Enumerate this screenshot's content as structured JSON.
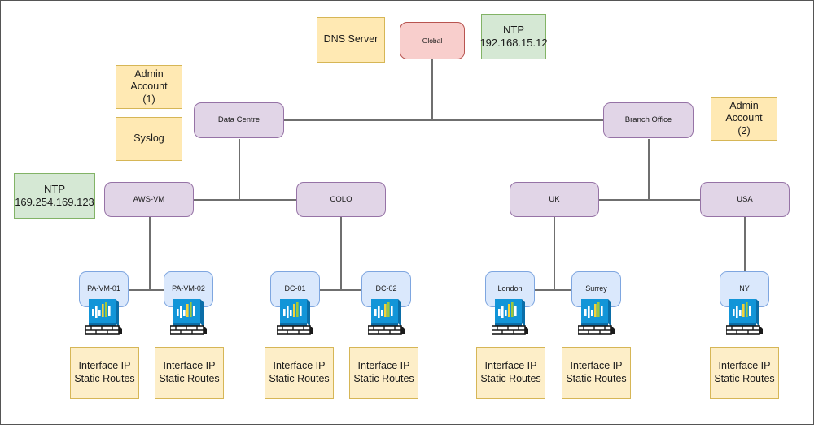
{
  "diagram": {
    "type": "network-topology-tree",
    "title": "",
    "colors": {
      "purple_fill": "#e1d5e7",
      "purple_stroke": "#9673a6",
      "blue_fill": "#dae8fc",
      "blue_stroke": "#7ea6e0",
      "yellow_fill": "#ffe9b3",
      "yellow_stroke": "#d6b656",
      "green_fill": "#d5e8d4",
      "green_stroke": "#82b366",
      "pink_fill": "#f8cecc",
      "pink_stroke": "#b85450",
      "edge": "#6f6f6f",
      "frame": "#555555"
    }
  },
  "nodes": {
    "dns_server": {
      "label": "DNS Server"
    },
    "global": {
      "label": "Global"
    },
    "ntp_top": {
      "line1": "NTP",
      "line2": "192.168.15.12"
    },
    "admin_account_1": {
      "line1": "Admin Account",
      "line2": "(1)"
    },
    "syslog": {
      "label": "Syslog"
    },
    "data_centre": {
      "label": "Data Centre"
    },
    "branch_office": {
      "label": "Branch Office"
    },
    "admin_account_2": {
      "line1": "Admin Account",
      "line2": "(2)"
    },
    "ntp_left": {
      "line1": "NTP",
      "line2": "169.254.169.123"
    },
    "aws_vm": {
      "label": "AWS-VM"
    },
    "colo": {
      "label": "COLO"
    },
    "uk": {
      "label": "UK"
    },
    "usa": {
      "label": "USA"
    },
    "pa_vm_01": {
      "label": "PA-VM-01"
    },
    "pa_vm_02": {
      "label": "PA-VM-02"
    },
    "dc_01": {
      "label": "DC-01"
    },
    "dc_02": {
      "label": "DC-02"
    },
    "london": {
      "label": "London"
    },
    "surrey": {
      "label": "Surrey"
    },
    "ny": {
      "label": "NY"
    }
  },
  "leaf_notes": {
    "line1": "Interface IP",
    "line2": "Static Routes",
    "count": 7
  },
  "icons": {
    "firewall": "firewall-icon"
  }
}
